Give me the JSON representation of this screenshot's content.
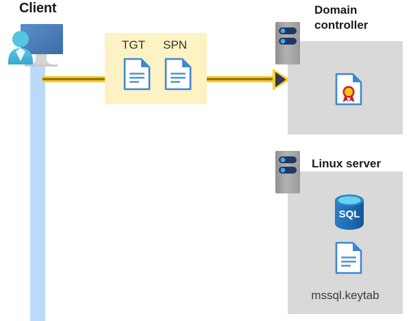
{
  "diagram": {
    "title_alt": "Kerberos authentication flow between client, domain controller and Linux server",
    "colors": {
      "message_box_fill": "#fdf2c4",
      "panel_fill": "#d9d9d9",
      "arrow_yellow": "#f7cf2e",
      "arrow_dark": "#8a6c06",
      "arrowhead_fill": "#2b3a55",
      "lifeline_blue": "#bcd9fb",
      "doc_blue": "#3b87d4",
      "sql_blue": "#1d6cb5",
      "monitor_blue": "#4a7ebb",
      "person_cyan": "#43bcdf",
      "server_gray": "#a6a6a6",
      "server_led": "#1f3864",
      "seal_yellow": "#f5c518",
      "seal_red": "#cc2027",
      "title_text": "#1a1a1a",
      "label_text": "#333333"
    },
    "client": {
      "label": "Client",
      "icon_name": "client-user-monitor-icon",
      "lifeline_name": "client-lifeline"
    },
    "message": {
      "box_name": "kerberos-message-box",
      "items": [
        {
          "label": "TGT",
          "icon": "document-icon"
        },
        {
          "label": "SPN",
          "icon": "document-icon"
        }
      ]
    },
    "arrow": {
      "name": "request-arrow",
      "direction": "client-to-domain-controller"
    },
    "nodes": [
      {
        "id": "domain-controller",
        "title": "Domain controller",
        "title_lines": [
          "Domain",
          "controller"
        ],
        "server_icon": "server-rack-icon",
        "contents": [
          {
            "name": "certificate-icon",
            "label": ""
          }
        ]
      },
      {
        "id": "linux-server",
        "title": "Linux server",
        "title_lines": [
          "Linux server"
        ],
        "server_icon": "server-rack-icon",
        "contents": [
          {
            "name": "sql-database-icon",
            "label": "SQL"
          },
          {
            "name": "keytab-document-icon",
            "label": "mssql.keytab"
          }
        ]
      }
    ]
  }
}
